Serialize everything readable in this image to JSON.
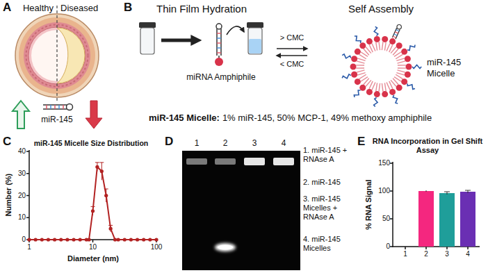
{
  "diagram": {
    "labels": [
      "A",
      "Healthy",
      "Diseased",
      "miR-145",
      "B",
      "Thin Film Hydration",
      "Self Assembly",
      "miRNA Amphiphile",
      "> CMC",
      "< CMC",
      "miR-145 Micelle",
      "miR-145 Micelle:",
      "1% miR-145, 50% MCP-1, 49% methoxy amphiphile",
      "C",
      "miR-145 Micelle Size Distribution",
      "Number (%)",
      "Diameter (nm)",
      "0",
      "10",
      "20",
      "30",
      "40",
      "1",
      "10",
      "100",
      "D",
      "1",
      "2",
      "3",
      "4",
      "1. miR-145 + RNAse A",
      "2. miR-145",
      "3. miR-145 Micelles + RNAse A",
      "4. miR-145 Micelles",
      "E",
      "RNA Incorporation in Gel Shift Assay",
      "% RNA Signal",
      "0",
      "50",
      "100",
      "150",
      "1",
      "2",
      "3",
      "4"
    ]
  }
}
